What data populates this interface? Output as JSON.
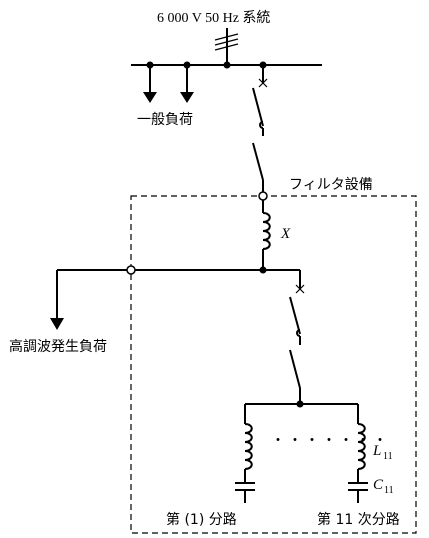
{
  "labels": {
    "system": "6 000 V 50 Hz  系統",
    "general_load": "一般負荷",
    "filter_equipment": "フィルタ設備",
    "reactor_x": "X",
    "harmonic_load": "高調波発生負荷",
    "l11_main": "L",
    "l11_sub": "11",
    "c11_main": "C",
    "c11_sub": "11",
    "branch_first": "第 (1)  分路",
    "branch_eleventh": "第   11   次分路",
    "dots": "・・・・・・・"
  }
}
